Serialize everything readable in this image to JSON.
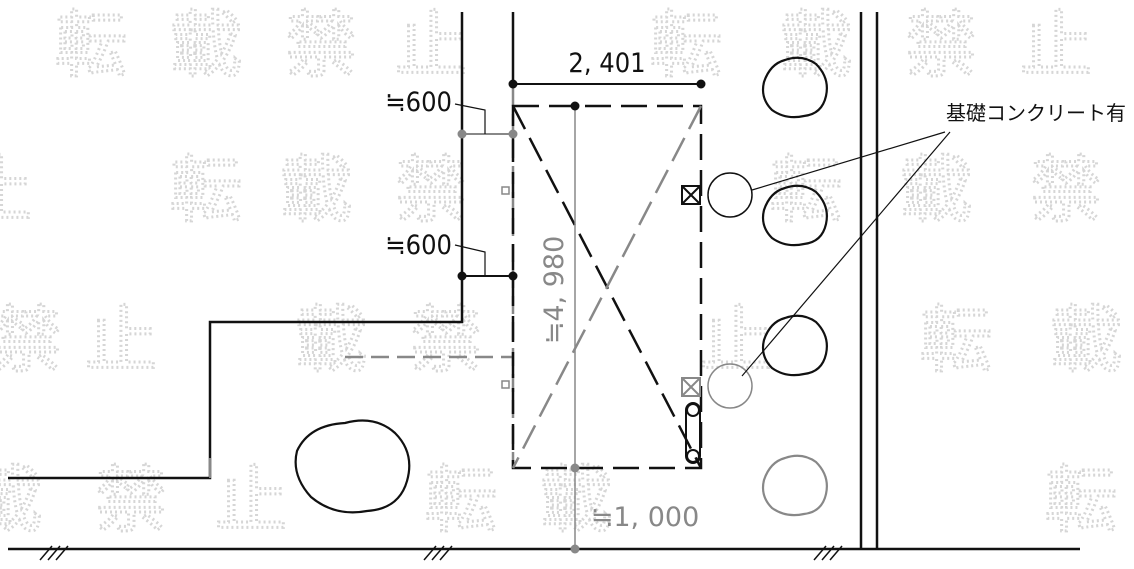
{
  "dimensions": {
    "width": "2, 401",
    "length": "≒4, 980",
    "offset_upper": "≒600",
    "offset_lower": "≒600",
    "front_gap": "≒1, 000"
  },
  "note": "基礎コンクリート有",
  "watermark": [
    "転",
    "載",
    "禁",
    "止"
  ],
  "colors": {
    "line": "#111111",
    "grey": "#888888",
    "watermark": "#d6d6d6"
  }
}
